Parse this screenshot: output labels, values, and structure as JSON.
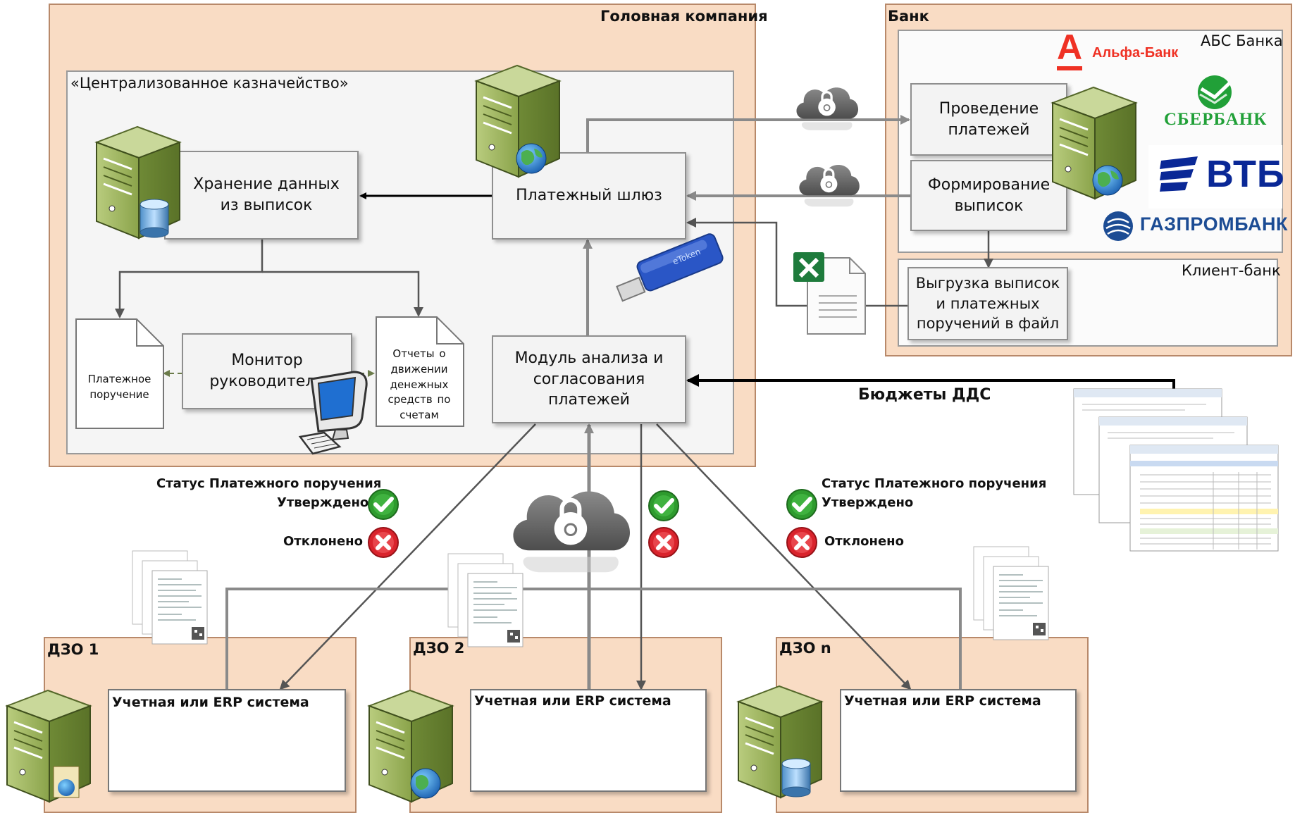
{
  "hq": {
    "title": "Головная компания",
    "treasury_label": "«Централизованное казначейство»",
    "storage": "Хранение данных из выписок",
    "gateway": "Платежный шлюз",
    "analysis": "Модуль анализа и согласования платежей",
    "monitor": "Монитор руководителя",
    "payment_doc": "Платежное поручение",
    "reports_doc": "Отчеты о движении денежных средств по счетам",
    "token_text": "eToken"
  },
  "bank": {
    "title": "Банк",
    "abs_label": "АБС Банка",
    "client_label": "Клиент-банк",
    "payments": "Проведение платежей",
    "statements": "Формирование выписок",
    "export": "Выгрузка выписок и платежных поручений в файл",
    "logos": {
      "alfa": "Альфа-Банк",
      "alfa_mark": "А",
      "sber": "СБЕРБАНК",
      "vtb": "ВТБ",
      "gazprom": "ГАЗПРОМБАНК"
    }
  },
  "budgets_label": "Бюджеты ДДС",
  "status": {
    "left_title": "Статус Платежного поручения",
    "left_approved": "Утверждено",
    "left_rejected": "Отклонено",
    "right_title": "Статус Платежного поручения",
    "right_approved": "Утверждено",
    "right_rejected": "Отклонено"
  },
  "dzo": [
    {
      "title": "ДЗО 1",
      "system": "Учетная или ERP система"
    },
    {
      "title": "ДЗО 2",
      "system": "Учетная или ERP система"
    },
    {
      "title": "ДЗО n",
      "system": "Учетная или ERP система"
    }
  ],
  "colors": {
    "zone_fill": "#f9dcc4",
    "server_green": "#9cb45a",
    "arrow_gray": "#8a8a8a",
    "approved_green": "#2e9b2e",
    "rejected_red": "#d9232c",
    "cloud_gray": "#6e6e6e",
    "alfa_red": "#ef3124",
    "sber_green": "#21a038",
    "vtb_blue": "#0a2896",
    "gazprom_blue": "#1c4c94"
  }
}
